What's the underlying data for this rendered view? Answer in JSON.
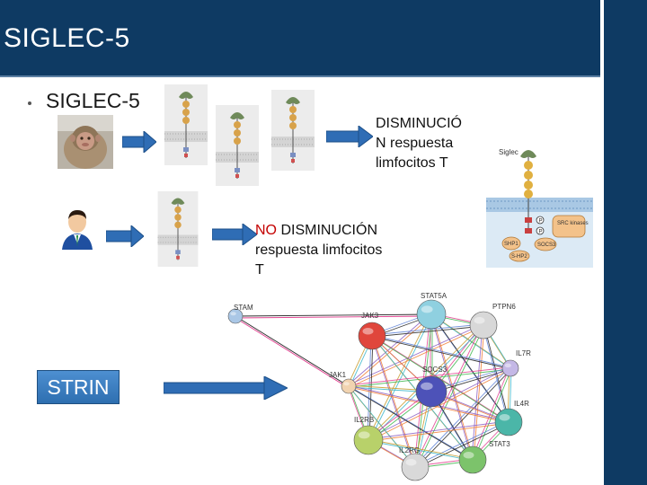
{
  "slide": {
    "title": "SIGLEC-5",
    "bullet_text": "SIGLEC-5",
    "result_1": "DISMINUCIÓ N respuesta limfocitos T",
    "result_1_line1": "DISMINUCIÓ",
    "result_1_line2": "N respuesta",
    "result_1_line3": "limfocitos T",
    "result_2_no": "NO",
    "result_2_line1_rest": " DISMINUCIÓN",
    "result_2_line2": "respuesta limfocitos",
    "result_2_line3": "T",
    "button_label": "STRIN"
  },
  "diagram": {
    "siglec_label": "Siglec",
    "src_kinases_label": "SRC kinases",
    "shp1_label": "SHP1",
    "socs3_label": "SOCS3",
    "shp2_label": "S-HP2",
    "p_label": "P"
  },
  "network": {
    "nodes": [
      "STAM",
      "STAT5A",
      "PTPN6",
      "JAK3",
      "IL7R",
      "JAK1",
      "SOCS3",
      "IL4R",
      "IL2RB",
      "STAT3",
      "IL2RG"
    ]
  },
  "colors": {
    "title_bar": "#0e3a63",
    "arrow_blue": "#2f6db5",
    "accent_red": "#c40000"
  }
}
